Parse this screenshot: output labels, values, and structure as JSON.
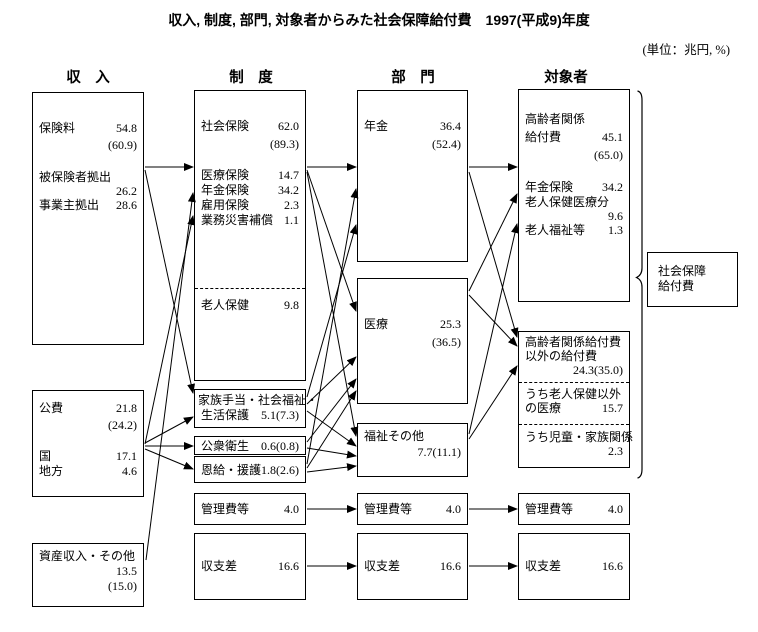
{
  "title": "収入, 制度, 部門, 対象者からみた社会保障給付費　1997(平成9)年度",
  "unit": "(単位：兆円, %)",
  "colors": {
    "ink": "#000000",
    "background": "#ffffff"
  },
  "headers": {
    "income": "収　入",
    "system": "制　度",
    "sector": "部　門",
    "target": "対象者"
  },
  "income": {
    "premiums": {
      "label": "保険料",
      "value": "54.8",
      "share": "(60.9)",
      "items": [
        {
          "label": "被保険者拠出",
          "value": "26.2"
        },
        {
          "label": "事業主拠出",
          "value": "28.6"
        }
      ]
    },
    "public": {
      "label": "公費",
      "value": "21.8",
      "share": "(24.2)",
      "items": [
        {
          "label": "国",
          "value": "17.1"
        },
        {
          "label": "地方",
          "value": "4.6"
        }
      ]
    },
    "assets": {
      "label": "資産収入・その他",
      "value": "13.5",
      "share": "(15.0)"
    }
  },
  "system": {
    "social": {
      "label": "社会保険",
      "value": "62.0",
      "share": "(89.3)",
      "items": [
        {
          "label": "医療保険",
          "value": "14.7"
        },
        {
          "label": "年金保険",
          "value": "34.2"
        },
        {
          "label": "雇用保険",
          "value": "2.3"
        },
        {
          "label": "業務災害補償",
          "value": "1.1"
        }
      ],
      "elderly_health": {
        "label": "老人保健",
        "value": "9.8"
      }
    },
    "family": {
      "label1": "家族手当・社会福祉・",
      "label2": "生活保護",
      "value": "5.1(7.3)"
    },
    "pubhealth": {
      "label": "公衆衛生",
      "value": "0.6(0.8)"
    },
    "onkyu": {
      "label": "恩給・援護",
      "value": "1.8(2.6)"
    },
    "admin": {
      "label": "管理費等",
      "value": "4.0"
    },
    "balance": {
      "label": "収支差",
      "value": "16.6"
    }
  },
  "sector": {
    "pension": {
      "label": "年金",
      "value": "36.4",
      "share": "(52.4)"
    },
    "medical": {
      "label": "医療",
      "value": "25.3",
      "share": "(36.5)"
    },
    "welfare": {
      "label": "福祉その他",
      "value": "7.7(11.1)"
    },
    "admin": {
      "label": "管理費等",
      "value": "4.0"
    },
    "balance": {
      "label": "収支差",
      "value": "16.6"
    }
  },
  "target": {
    "elderly": {
      "label1": "高齢者関係",
      "label2": "給付費",
      "value": "45.1",
      "share": "(65.0)",
      "items": [
        {
          "label": "年金保険",
          "value": "34.2"
        },
        {
          "label": "老人保健医療分",
          "value": "9.6"
        },
        {
          "label": "老人福祉等",
          "value": "1.3"
        }
      ]
    },
    "nonelderly": {
      "label1": "高齢者関係給付費",
      "label2": "以外の給付費",
      "value": "24.3(35.0)",
      "sub1": {
        "label1": "うち老人保健以外",
        "label2": "の医療",
        "value": "15.7"
      },
      "sub2": {
        "label": "うち児童・家族関係",
        "value": "2.3"
      }
    },
    "admin": {
      "label": "管理費等",
      "value": "4.0"
    },
    "balance": {
      "label": "収支差",
      "value": "16.6"
    }
  },
  "total": {
    "label1": "社会保障",
    "label2": "給付費"
  },
  "connections": [
    {
      "from": "保険料",
      "to": "社会保険"
    },
    {
      "from": "保険料",
      "to": "家族手当・社会福祉・生活保護"
    },
    {
      "from": "公費",
      "to": "社会保険"
    },
    {
      "from": "公費",
      "to": "家族手当・社会福祉・生活保護"
    },
    {
      "from": "公費",
      "to": "公衆衛生"
    },
    {
      "from": "公費",
      "to": "恩給・援護"
    },
    {
      "from": "資産収入・その他",
      "to": "社会保険"
    },
    {
      "from": "社会保険",
      "to": "年金"
    },
    {
      "from": "社会保険",
      "to": "医療"
    },
    {
      "from": "社会保険",
      "to": "福祉その他"
    },
    {
      "from": "家族手当・社会福祉・生活保護",
      "to": "年金"
    },
    {
      "from": "家族手当・社会福祉・生活保護",
      "to": "医療"
    },
    {
      "from": "家族手当・社会福祉・生活保護",
      "to": "福祉その他"
    },
    {
      "from": "公衆衛生",
      "to": "医療"
    },
    {
      "from": "公衆衛生",
      "to": "福祉その他"
    },
    {
      "from": "恩給・援護",
      "to": "年金"
    },
    {
      "from": "恩給・援護",
      "to": "医療"
    },
    {
      "from": "恩給・援護",
      "to": "福祉その他"
    },
    {
      "from": "年金",
      "to": "高齢者関係給付費"
    },
    {
      "from": "年金",
      "to": "高齢者関係給付費以外の給付費"
    },
    {
      "from": "医療",
      "to": "高齢者関係給付費"
    },
    {
      "from": "医療",
      "to": "高齢者関係給付費以外の給付費"
    },
    {
      "from": "福祉その他",
      "to": "高齢者関係給付費"
    },
    {
      "from": "福祉その他",
      "to": "高齢者関係給付費以外の給付費"
    },
    {
      "from": "管理費等(制度)",
      "to": "管理費等(部門)"
    },
    {
      "from": "管理費等(部門)",
      "to": "管理費等(対象者)"
    },
    {
      "from": "収支差(制度)",
      "to": "収支差(部門)"
    },
    {
      "from": "収支差(部門)",
      "to": "収支差(対象者)"
    }
  ]
}
